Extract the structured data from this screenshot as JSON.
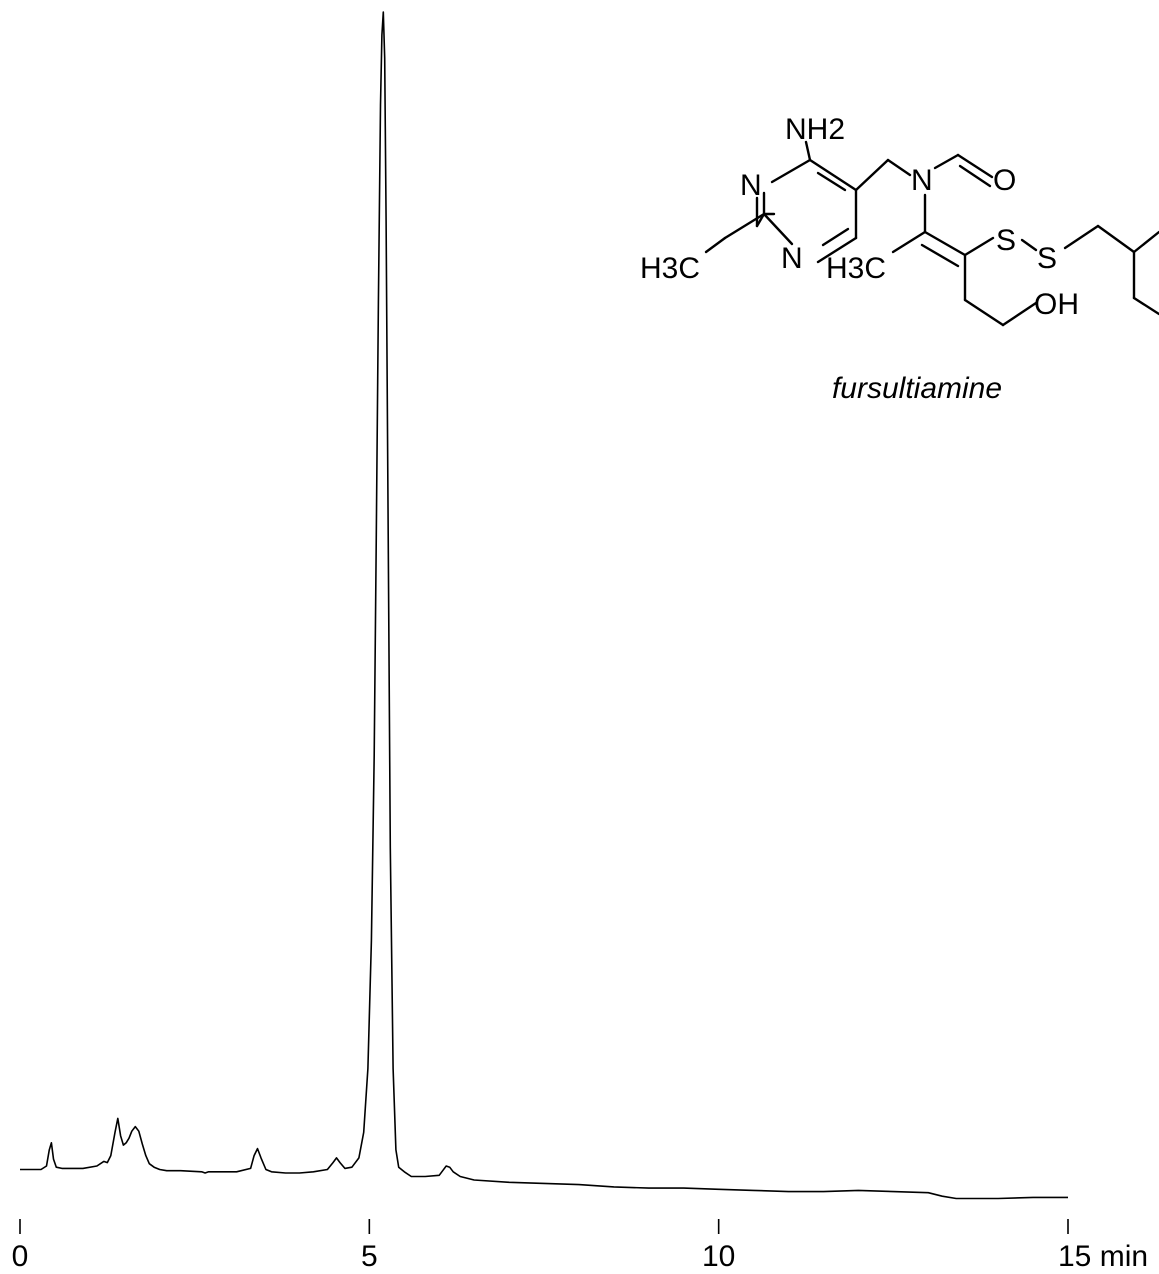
{
  "chart_data": {
    "type": "line",
    "xlabel": "",
    "ylabel": "",
    "x_unit": "min",
    "xlim": [
      0,
      15
    ],
    "x_ticks": [
      0,
      5,
      10,
      15
    ],
    "x_tick_labels": [
      "0",
      "5",
      "10",
      "15 min"
    ],
    "grid": false,
    "ylim": [
      0,
      100
    ],
    "y_axis_shown": false,
    "series": [
      {
        "x": [
          0.0,
          0.3,
          0.38,
          0.42,
          0.45,
          0.48,
          0.52,
          0.6,
          0.9,
          1.1,
          1.2,
          1.25,
          1.3,
          1.36,
          1.4,
          1.44,
          1.48,
          1.52,
          1.56,
          1.6,
          1.65,
          1.7,
          1.75,
          1.8,
          1.85,
          1.92,
          2.0,
          2.1,
          2.3,
          2.6,
          2.65,
          2.7,
          3.1,
          3.3,
          3.35,
          3.4,
          3.45,
          3.52,
          3.6,
          3.8,
          4.0,
          4.2,
          4.4,
          4.48,
          4.53,
          4.58,
          4.65,
          4.75,
          4.85,
          4.92,
          4.98,
          5.03,
          5.07,
          5.1,
          5.13,
          5.16,
          5.18,
          5.2,
          5.22,
          5.24,
          5.27,
          5.3,
          5.34,
          5.38,
          5.42,
          5.5,
          5.6,
          5.8,
          6.0,
          6.05,
          6.1,
          6.15,
          6.2,
          6.3,
          6.5,
          7.0,
          7.5,
          8.0,
          8.5,
          9.0,
          9.5,
          10.0,
          10.5,
          11.0,
          11.5,
          12.0,
          12.5,
          13.0,
          13.2,
          13.4,
          13.6,
          14.0,
          14.5,
          15.0
        ],
        "y": [
          0.3,
          0.3,
          0.6,
          2.0,
          2.6,
          1.2,
          0.5,
          0.4,
          0.4,
          0.6,
          1.0,
          0.9,
          1.5,
          3.5,
          4.7,
          3.2,
          2.4,
          2.6,
          3.0,
          3.6,
          4.0,
          3.6,
          2.5,
          1.5,
          0.8,
          0.5,
          0.3,
          0.2,
          0.2,
          0.1,
          0.0,
          0.1,
          0.1,
          0.4,
          1.5,
          2.1,
          1.3,
          0.3,
          0.1,
          0.0,
          0.0,
          0.1,
          0.3,
          0.9,
          1.3,
          0.9,
          0.4,
          0.5,
          1.3,
          3.5,
          9.0,
          20.0,
          36.0,
          55.0,
          75.0,
          92.0,
          98.0,
          100.0,
          96.0,
          82.0,
          55.0,
          28.0,
          9.0,
          2.0,
          0.5,
          0.1,
          -0.3,
          -0.3,
          -0.2,
          0.2,
          0.6,
          0.5,
          0.1,
          -0.3,
          -0.6,
          -0.8,
          -0.9,
          -1.0,
          -1.2,
          -1.3,
          -1.3,
          -1.4,
          -1.5,
          -1.6,
          -1.6,
          -1.5,
          -1.6,
          -1.7,
          -2.0,
          -2.2,
          -2.2,
          -2.2,
          -2.1,
          -2.1
        ],
        "color": "#000000"
      }
    ]
  },
  "structure": {
    "labels": [
      "NH2",
      "N",
      "N",
      "H3C",
      "N",
      "O",
      "S",
      "S",
      "H3C",
      "OH"
    ],
    "caption": "fursultiamine"
  }
}
